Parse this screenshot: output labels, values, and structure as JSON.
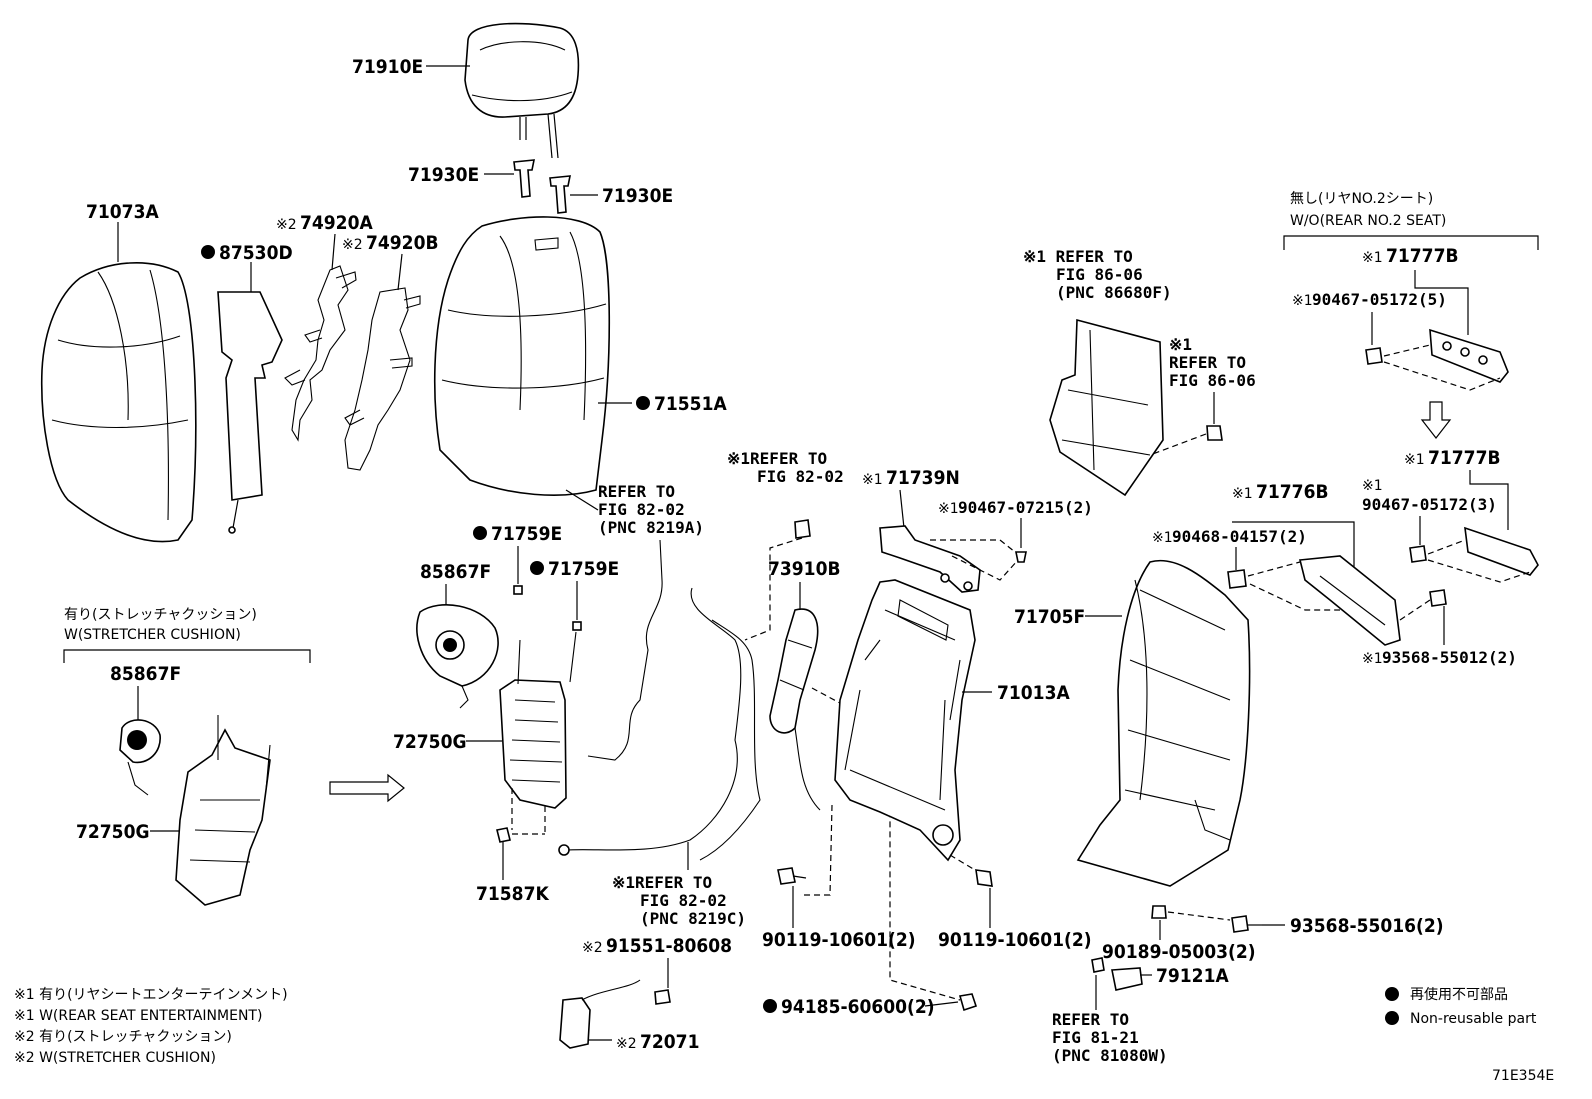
{
  "parts": {
    "headrest": "71910E",
    "guide_left": "71930E",
    "guide_right": "71930E",
    "back_cover": "71073A",
    "pad_heater": "87530D",
    "heater_a": "74920A",
    "heater_a_mark": "※2",
    "heater_b": "74920B",
    "heater_b_mark": "※2",
    "back_pad": "71551A",
    "pad_refer": [
      "REFER TO",
      "FIG 82-02",
      "(PNC 8219A)"
    ],
    "clip_1": "71759E",
    "clip_2": "71759E",
    "lumbar_motor": "85867F",
    "lumbar_assy": "72750G",
    "clip_3": "71587K",
    "rse_refer_1": [
      "※1REFER TO",
      "FIG 82-02"
    ],
    "side_airbag": "73910B",
    "frame": "71013A",
    "wire_refer": [
      "※1REFER TO",
      "FIG 82-02",
      "(PNC 8219C)"
    ],
    "bolt_1": "90119-10601(2)",
    "bolt_2": "90119-10601(2)",
    "switch_mark": "※2",
    "switch_screw": "91551-80608",
    "switch": "72071",
    "nut": "94185-60600(2)",
    "bracket": "71739N",
    "bracket_mark": "※1",
    "bracket_clip": "90467-07215(2)",
    "bracket_clip_mark": "※1",
    "display_refer": [
      "※1 REFER TO",
      "FIG 86-06",
      "(PNC 86680F)"
    ],
    "display_refer_2": [
      "※1",
      "REFER TO",
      "FIG 86-06"
    ],
    "back_board": "71705F",
    "board_clip": "90189-05003(2)",
    "board_screw": "93568-55016(2)",
    "hook": "79121A",
    "hook_refer": [
      "REFER TO",
      "FIG 81-21",
      "(PNC 81080W)"
    ],
    "garnish": "71776B",
    "garnish_mark": "※1",
    "garnish_clip": "90468-04157(2)",
    "garnish_clip_mark": "※1",
    "garnish_screw": "93568-55012(2)",
    "garnish_screw_mark": "※1",
    "wo_jp": "無し(リヤNO.2シート)",
    "wo_en": "W/O(REAR NO.2 SEAT)",
    "cover_b_top": "71777B",
    "cover_b_top_mark": "※1",
    "cover_b_top_clip": "90467-05172(5)",
    "cover_b_top_clip_mark": "※1",
    "cover_b": "71777B",
    "cover_b_mark": "※1",
    "cover_b_clip_mark": "※1",
    "cover_b_clip": "90467-05172(3)",
    "stretcher_jp": "有り(ストレッチャクッション)",
    "stretcher_en": "W(STRETCHER CUSHION)",
    "stretcher_motor": "85867F",
    "stretcher_assy": "72750G"
  },
  "notes": [
    "※1 有り(リヤシートエンターテインメント)",
    "※1 W(REAR SEAT ENTERTAINMENT)",
    "※2 有り(ストレッチャクッション)",
    "※2 W(STRETCHER  CUSHION)"
  ],
  "legend": {
    "jp": "再使用不可部品",
    "en": "Non-reusable part"
  },
  "figure_id": "71E354E"
}
